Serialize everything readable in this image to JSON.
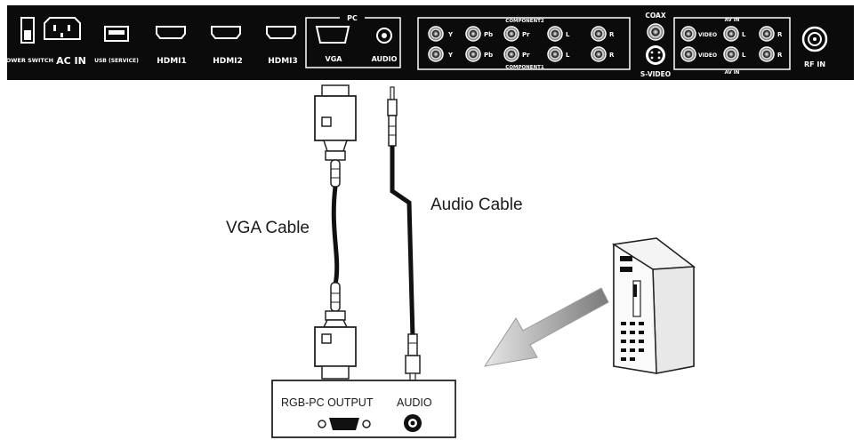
{
  "panel": {
    "power_switch": "POWER SWITCH",
    "ac_in": "AC IN",
    "usb": "USB (SERVICE)",
    "hdmi1": "HDMI1",
    "hdmi2": "HDMI2",
    "hdmi3": "HDMI3",
    "pc_group": "PC",
    "vga": "VGA",
    "audio": "AUDIO",
    "component2": "COMPONENT2",
    "component1": "COMPONENT1",
    "comp_y": "Y",
    "comp_pb": "Pb",
    "comp_pr": "Pr",
    "comp_l": "L",
    "comp_r": "R",
    "coax": "COAX",
    "svideo": "S-VIDEO",
    "av_in": "AV IN",
    "video": "VIDEO",
    "av_l": "L",
    "av_r": "R",
    "rf_in": "RF IN"
  },
  "cables": {
    "vga_label": "VGA Cable",
    "audio_label": "Audio Cable"
  },
  "pc_box": {
    "rgb_label": "RGB-PC OUTPUT",
    "audio_label": "AUDIO"
  },
  "colors": {
    "panel_bg": "#0b0b0b",
    "ink": "#1a1a1a",
    "arrow": "#8c8c8c"
  }
}
